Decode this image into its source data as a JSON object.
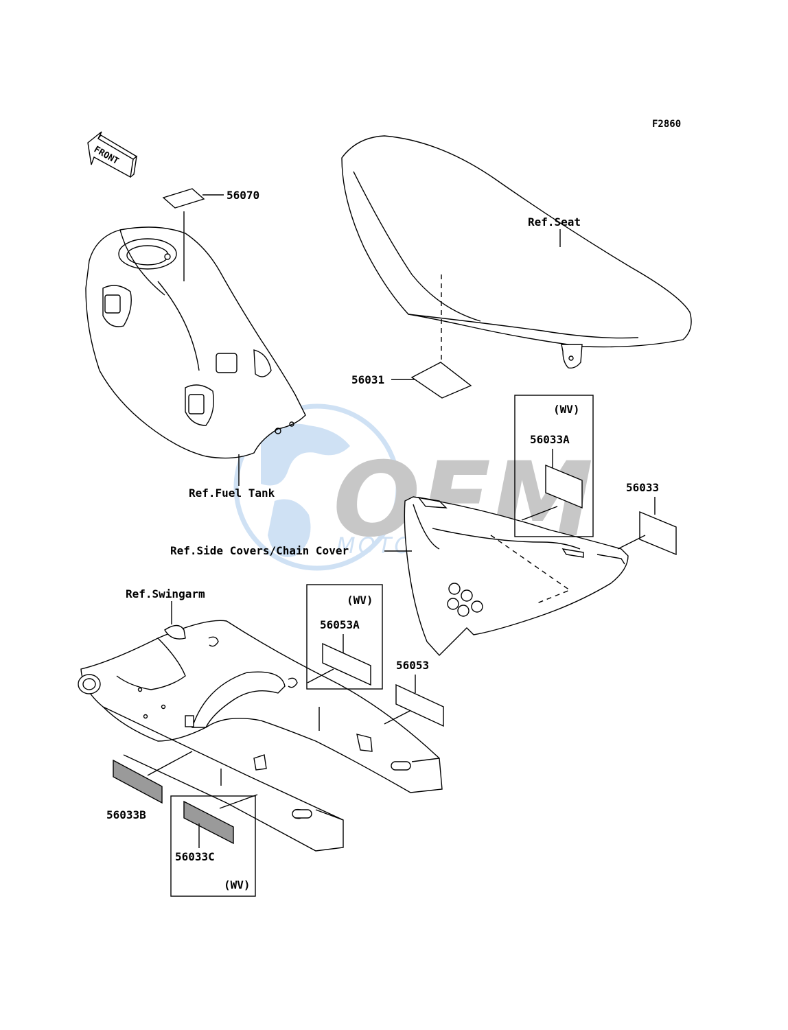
{
  "figure_code": "F2860",
  "front_arrow_label": "FRONT",
  "watermark": {
    "brand": "OEM",
    "sub": "MOTORPARTS",
    "color": "#a9c9ec"
  },
  "refs": {
    "seat": "Ref.Seat",
    "fuel_tank": "Ref.Fuel Tank",
    "side_covers": "Ref.Side Covers/Chain Cover",
    "swingarm": "Ref.Swingarm"
  },
  "parts": {
    "p56070": "56070",
    "p56031": "56031",
    "p56033A": "56033A",
    "p56033": "56033",
    "p56053A": "56053A",
    "p56053": "56053",
    "p56033B": "56033B",
    "p56033C": "56033C"
  },
  "variant_tag": "(WV)"
}
